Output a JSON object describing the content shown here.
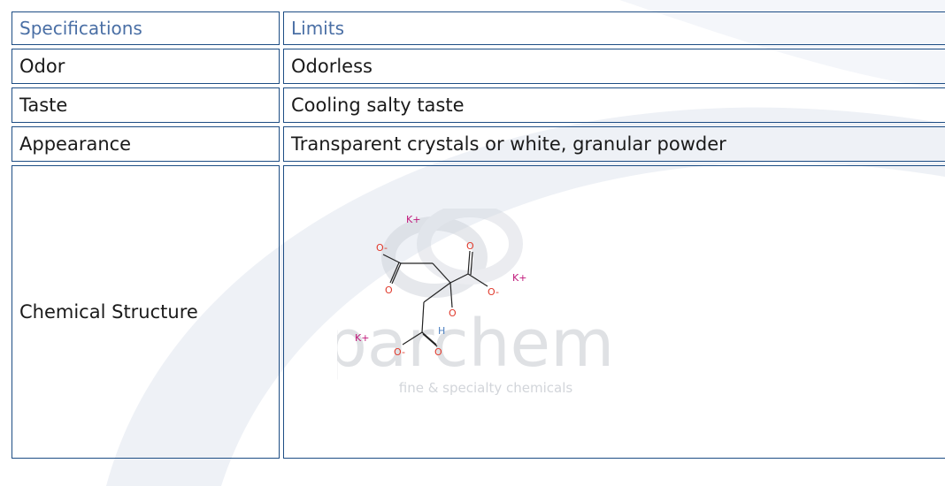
{
  "table": {
    "headers": [
      "Specifications",
      "Limits"
    ],
    "rows": [
      {
        "spec": "Odor",
        "limit": "Odorless"
      },
      {
        "spec": "Taste",
        "limit": "Cooling salty taste"
      },
      {
        "spec": "Appearance",
        "limit": "Transparent crystals or white, granular powder"
      },
      {
        "spec": "Chemical Structure",
        "limit": ""
      }
    ]
  },
  "structure": {
    "k1": "K+",
    "k2": "K+",
    "k3": "K+",
    "o_minus_1": "O-",
    "o_minus_2": "O-",
    "o_minus_3": "O-",
    "o1": "O",
    "o2": "O",
    "o3": "O",
    "o4": "O",
    "h": "H"
  },
  "watermark": {
    "brand": "parchem",
    "tagline": "fine & specialty chemicals"
  },
  "colors": {
    "border": "#1d4d84",
    "header_text": "#4a6fa5",
    "oxygen": "#e0392b",
    "potassium": "#c0187a",
    "hydrogen": "#4b7fc0"
  }
}
